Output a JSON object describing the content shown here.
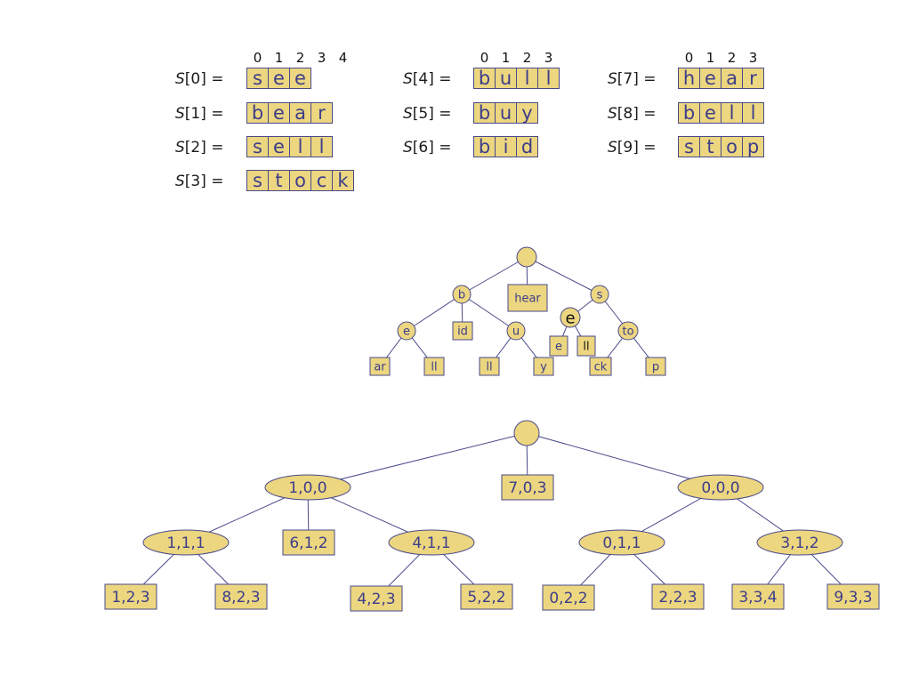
{
  "arrays": [
    {
      "label": "[0] =",
      "letter": "S",
      "chars": [
        "s",
        "e",
        "e"
      ]
    },
    {
      "label": "[1] =",
      "letter": "S",
      "chars": [
        "b",
        "e",
        "a",
        "r"
      ]
    },
    {
      "label": "[2] =",
      "letter": "S",
      "chars": [
        "s",
        "e",
        "l",
        "l"
      ]
    },
    {
      "label": "[3] =",
      "letter": "S",
      "chars": [
        "s",
        "t",
        "o",
        "c",
        "k"
      ]
    },
    {
      "label": "[4] =",
      "letter": "S",
      "chars": [
        "b",
        "u",
        "l",
        "l"
      ]
    },
    {
      "label": "[5] =",
      "letter": "S",
      "chars": [
        "b",
        "u",
        "y"
      ]
    },
    {
      "label": "[6] =",
      "letter": "S",
      "chars": [
        "b",
        "i",
        "d"
      ]
    },
    {
      "label": "[7] =",
      "letter": "S",
      "chars": [
        "h",
        "e",
        "a",
        "r"
      ]
    },
    {
      "label": "[8] =",
      "letter": "S",
      "chars": [
        "b",
        "e",
        "l",
        "l"
      ]
    },
    {
      "label": "[9] =",
      "letter": "S",
      "chars": [
        "s",
        "t",
        "o",
        "p"
      ]
    }
  ],
  "index_headers": [
    [
      "0",
      "1",
      "2",
      "3",
      "4"
    ],
    [
      "0",
      "1",
      "2",
      "3"
    ],
    [
      "0",
      "1",
      "2",
      "3"
    ]
  ],
  "trie": {
    "nodes": [
      {
        "id": "root",
        "kind": "root",
        "text": ""
      },
      {
        "id": "b",
        "kind": "circle",
        "text": "b"
      },
      {
        "id": "hear",
        "kind": "box",
        "text": "hear"
      },
      {
        "id": "s",
        "kind": "circle",
        "text": "s"
      },
      {
        "id": "e1",
        "kind": "circle",
        "text": "e"
      },
      {
        "id": "id",
        "kind": "box",
        "text": "id"
      },
      {
        "id": "u",
        "kind": "circle",
        "text": "u"
      },
      {
        "id": "e2",
        "kind": "circle",
        "text": "e"
      },
      {
        "id": "to",
        "kind": "circle",
        "text": "to"
      },
      {
        "id": "ar",
        "kind": "box",
        "text": "ar"
      },
      {
        "id": "ll1",
        "kind": "box",
        "text": "ll"
      },
      {
        "id": "ll2",
        "kind": "box",
        "text": "ll"
      },
      {
        "id": "y",
        "kind": "box",
        "text": "y"
      },
      {
        "id": "e3",
        "kind": "box",
        "text": "e"
      },
      {
        "id": "ll3",
        "kind": "box",
        "text": "ll"
      },
      {
        "id": "ck",
        "kind": "box",
        "text": "ck"
      },
      {
        "id": "p",
        "kind": "box",
        "text": "p"
      }
    ],
    "edges": [
      [
        "root",
        "b"
      ],
      [
        "root",
        "hear"
      ],
      [
        "root",
        "s"
      ],
      [
        "b",
        "e1"
      ],
      [
        "b",
        "id"
      ],
      [
        "b",
        "u"
      ],
      [
        "s",
        "e2"
      ],
      [
        "s",
        "to"
      ],
      [
        "e1",
        "ar"
      ],
      [
        "e1",
        "ll1"
      ],
      [
        "u",
        "ll2"
      ],
      [
        "u",
        "y"
      ],
      [
        "e2",
        "e3"
      ],
      [
        "e2",
        "ll3"
      ],
      [
        "to",
        "ck"
      ],
      [
        "to",
        "p"
      ]
    ]
  },
  "compact": {
    "nodes": [
      {
        "id": "root",
        "kind": "root",
        "text": ""
      },
      {
        "id": "n100",
        "kind": "ellipse",
        "text": "1,0,0"
      },
      {
        "id": "n703",
        "kind": "box",
        "text": "7,0,3"
      },
      {
        "id": "n000",
        "kind": "ellipse",
        "text": "0,0,0"
      },
      {
        "id": "n111",
        "kind": "ellipse",
        "text": "1,1,1"
      },
      {
        "id": "n612",
        "kind": "box",
        "text": "6,1,2"
      },
      {
        "id": "n411",
        "kind": "ellipse",
        "text": "4,1,1"
      },
      {
        "id": "n011",
        "kind": "ellipse",
        "text": "0,1,1"
      },
      {
        "id": "n312",
        "kind": "ellipse",
        "text": "3,1,2"
      },
      {
        "id": "n123",
        "kind": "box",
        "text": "1,2,3"
      },
      {
        "id": "n823",
        "kind": "box",
        "text": "8,2,3"
      },
      {
        "id": "n423",
        "kind": "box",
        "text": "4,2,3"
      },
      {
        "id": "n522",
        "kind": "box",
        "text": "5,2,2"
      },
      {
        "id": "n022",
        "kind": "box",
        "text": "0,2,2"
      },
      {
        "id": "n223",
        "kind": "box",
        "text": "2,2,3"
      },
      {
        "id": "n334",
        "kind": "box",
        "text": "3,3,4"
      },
      {
        "id": "n933",
        "kind": "box",
        "text": "9,3,3"
      }
    ],
    "edges": [
      [
        "root",
        "n100"
      ],
      [
        "root",
        "n703"
      ],
      [
        "root",
        "n000"
      ],
      [
        "n100",
        "n111"
      ],
      [
        "n100",
        "n612"
      ],
      [
        "n100",
        "n411"
      ],
      [
        "n000",
        "n011"
      ],
      [
        "n000",
        "n312"
      ],
      [
        "n111",
        "n123"
      ],
      [
        "n111",
        "n823"
      ],
      [
        "n411",
        "n423"
      ],
      [
        "n411",
        "n522"
      ],
      [
        "n011",
        "n022"
      ],
      [
        "n011",
        "n223"
      ],
      [
        "n312",
        "n334"
      ],
      [
        "n312",
        "n933"
      ]
    ]
  },
  "colors": {
    "fill": "#ecd680",
    "stroke": "#4a4a8a",
    "text": "#3d3d8a"
  }
}
